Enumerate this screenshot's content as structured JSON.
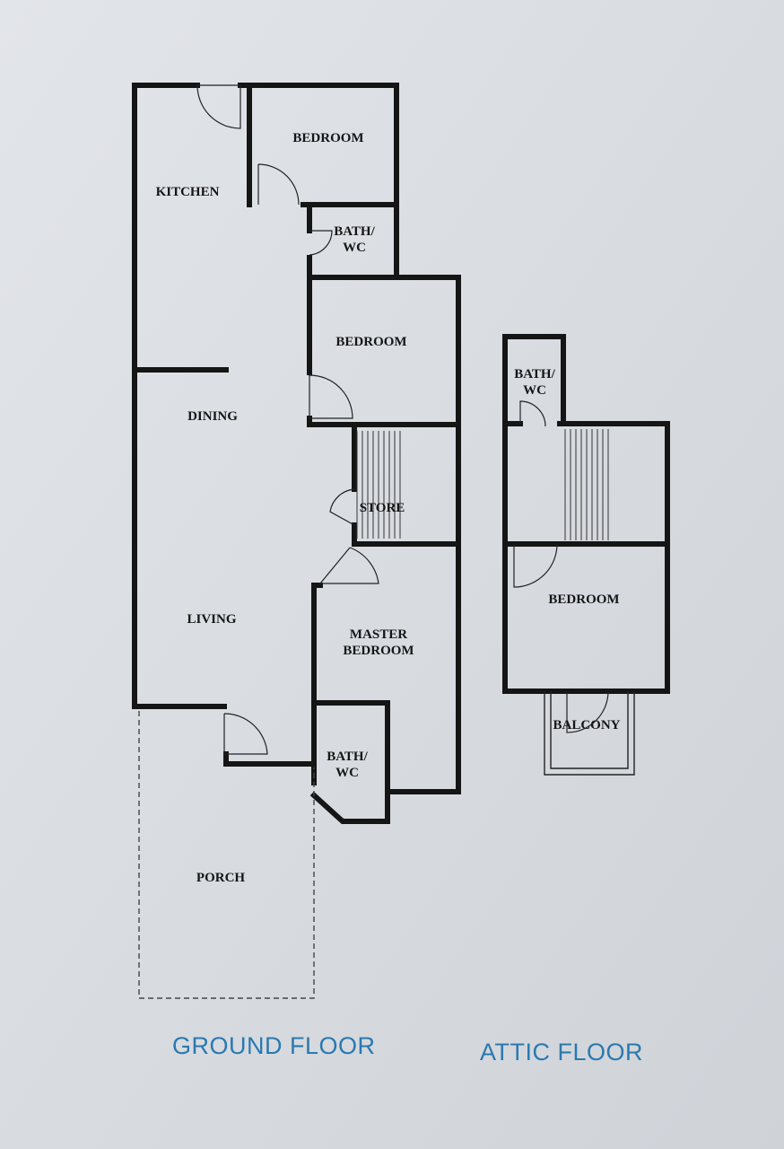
{
  "plan": {
    "ground_floor": {
      "title": "GROUND FLOOR",
      "rooms": {
        "bedroom_top": "BEDROOM",
        "kitchen": "KITCHEN",
        "bath_wc_top": "BATH/\nWC",
        "bedroom_mid": "BEDROOM",
        "dining": "DINING",
        "store": "STORE",
        "living": "LIVING",
        "master_bedroom": "MASTER\nBEDROOM",
        "bath_wc_bottom": "BATH/\nWC",
        "porch": "PORCH"
      }
    },
    "attic_floor": {
      "title": "ATTIC FLOOR",
      "rooms": {
        "bath_wc": "BATH/\nWC",
        "bedroom": "BEDROOM",
        "balcony": "BALCONY"
      }
    }
  },
  "colors": {
    "wall": "#151515",
    "title": "#2a79b0",
    "paper": "#d9dde2"
  }
}
